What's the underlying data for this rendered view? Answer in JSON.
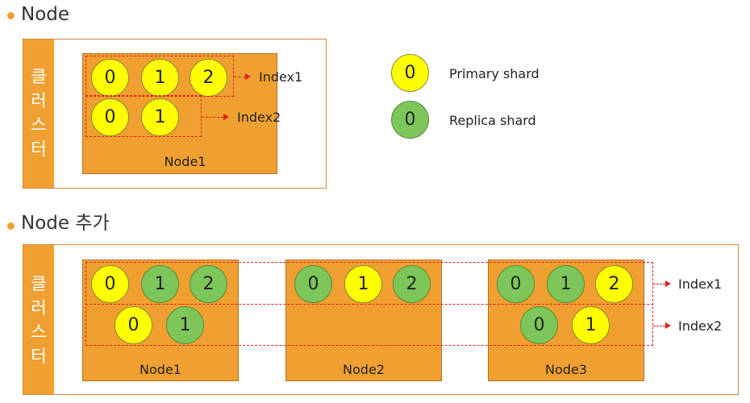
{
  "section1": {
    "heading": "Node",
    "cluster_label": [
      "클",
      "러",
      "스",
      "터"
    ],
    "node_label": "Node1",
    "index1_shards": [
      "0",
      "1",
      "2"
    ],
    "index2_shards": [
      "0",
      "1"
    ],
    "index1_label": "Index1",
    "index2_label": "Index2"
  },
  "legend": {
    "primary_value": "0",
    "primary_label": "Primary shard",
    "replica_value": "0",
    "replica_label": "Replica shard"
  },
  "section2": {
    "heading": "Node 추가",
    "cluster_label": [
      "클",
      "러",
      "스",
      "터"
    ],
    "node1": {
      "label": "Node1",
      "row1": [
        "0",
        "1",
        "2"
      ],
      "row2": [
        "0",
        "1"
      ]
    },
    "node2": {
      "label": "Node2",
      "row1": [
        "0",
        "1",
        "2"
      ]
    },
    "node3": {
      "label": "Node3",
      "row1": [
        "0",
        "1",
        "2"
      ],
      "row2": [
        "0",
        "1"
      ]
    },
    "index1_label": "Index1",
    "index2_label": "Index2"
  },
  "colors": {
    "accent": "#f0a030",
    "primary_shard": "#ffff00",
    "replica_shard": "#7cc65a",
    "index_line": "#e02020"
  }
}
